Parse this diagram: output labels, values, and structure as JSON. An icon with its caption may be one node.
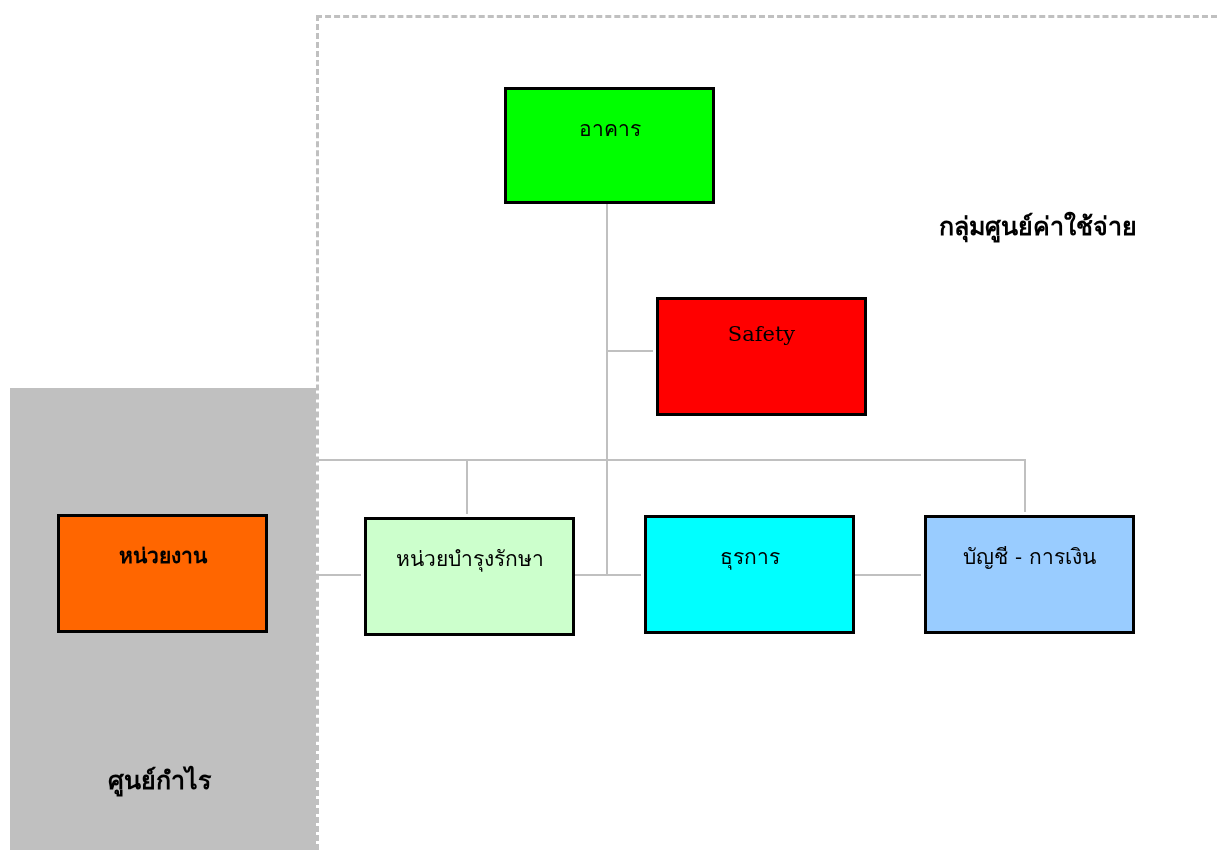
{
  "diagram": {
    "nodes": [
      {
        "text": [
          "กลุ่มศูนย์ค่าใช้จ่าย"
        ]
      },
      {
        "text": [
          "ศูนย์กำไร"
        ]
      },
      {
        "text": [
          "หน่วยงาน"
        ],
        "in": 1
      },
      {
        "text": [
          "อาคาร"
        ],
        "in": 0
      },
      {
        "text": [
          "Safety"
        ],
        "in": 0
      },
      {
        "text": [
          "หน่วยบำรุงรักษา"
        ],
        "in": 0
      },
      {
        "text": [
          "ธุรการ"
        ],
        "in": 0
      },
      {
        "text": [
          "บัญชี - การเงิน"
        ],
        "in": 0
      }
    ],
    "edges": [
      {
        "from": 3,
        "to": 4,
        "arrow": "none"
      },
      {
        "from": 3,
        "to": 5,
        "arrow": "none"
      },
      {
        "from": 3,
        "to": 7,
        "arrow": "none"
      },
      {
        "from": 3,
        "to": 1,
        "arrow": "none"
      },
      {
        "from": 3,
        "to": 6,
        "arrow": "none"
      },
      {
        "from": 2,
        "to": 5,
        "arrow": "none"
      },
      {
        "from": 5,
        "to": 6,
        "arrow": "none"
      },
      {
        "from": 6,
        "to": 7,
        "arrow": "none"
      }
    ]
  }
}
